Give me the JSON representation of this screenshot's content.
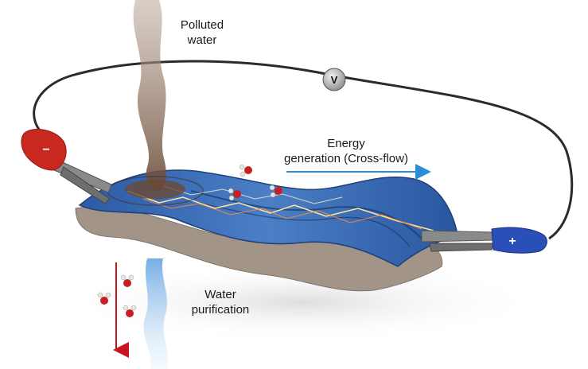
{
  "labels": {
    "polluted_line1": "Polluted",
    "polluted_line2": "water",
    "energy_line1": "Energy",
    "energy_line2": "generation (Cross-flow)",
    "water_line1": "Water",
    "water_line2": "purification"
  },
  "symbols": {
    "voltmeter": "V",
    "negative_terminal": "−",
    "positive_terminal": "+"
  },
  "colors": {
    "wire": "#2b2b2b",
    "negative_clip": "#c8281e",
    "positive_clip": "#2a4fb8",
    "membrane": "#2f5ea8",
    "energy_arrow": "#2a8fd8",
    "purification_arrow": "#c8141e",
    "polluted_water": "#7a5a43",
    "clean_water": "#7fb8e6"
  },
  "icons": [
    "voltmeter-icon",
    "negative-clip-icon",
    "positive-clip-icon",
    "water-molecule-icon"
  ]
}
